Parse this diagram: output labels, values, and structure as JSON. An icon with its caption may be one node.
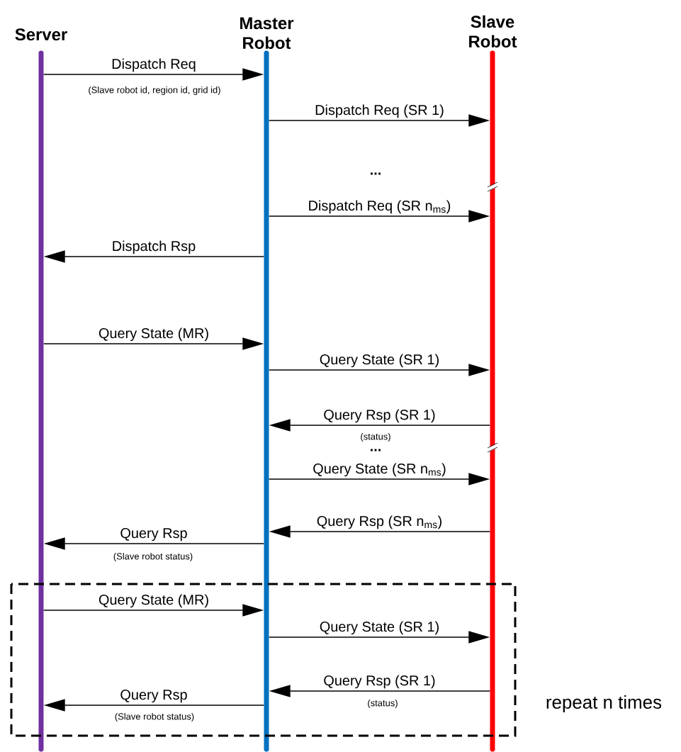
{
  "diagram": {
    "nodes": [
      {
        "text": [
          "Server"
        ]
      },
      {
        "text": [
          "Master Robot"
        ]
      },
      {
        "text": [
          "Slave Robot"
        ]
      }
    ],
    "edges": [
      {
        "from": 0,
        "to": 1,
        "arrow": "to",
        "label": "Dispatch Req"
      },
      {
        "from": 1,
        "to": 2,
        "arrow": "to",
        "label": "Dispatch Req (SR 1)"
      },
      {
        "from": 1,
        "to": 2,
        "arrow": "to",
        "label": "Dispatch Req (SR n$_{ms}$)"
      },
      {
        "from": 1,
        "to": 0,
        "arrow": "to",
        "label": "Dispatch Rsp"
      },
      {
        "from": 0,
        "to": 1,
        "arrow": "to",
        "label": "Query State (MR)"
      },
      {
        "from": 1,
        "to": 2,
        "arrow": "to",
        "label": "Query State (SR 1)"
      },
      {
        "from": 2,
        "to": 1,
        "arrow": "to",
        "label": "Query Rsp (SR 1)"
      },
      {
        "from": 1,
        "to": 2,
        "arrow": "to",
        "label": "Query State (SR n$_{ms}$)"
      },
      {
        "from": 2,
        "to": 1,
        "arrow": "to",
        "label": "Query Rsp (SR n$_{ms}$)"
      },
      {
        "from": 1,
        "to": 0,
        "arrow": "to",
        "label": "Query Rsp"
      },
      {
        "from": 0,
        "to": 1,
        "arrow": "to",
        "label": "Query State (MR)"
      },
      {
        "from": 1,
        "to": 2,
        "arrow": "to",
        "label": "Query State (SR 1)"
      },
      {
        "from": 2,
        "to": 1,
        "arrow": "to",
        "label": "Query Rsp (SR 1)"
      },
      {
        "from": 1,
        "to": 0,
        "arrow": "to",
        "label": "Query Rsp"
      }
    ],
    "labels": [
      "(Slave robot id, region id, grid id)",
      "...",
      "(status)",
      "...",
      "(Slave robot status)",
      "(status)",
      "(Slave robot status)",
      "repeat n times"
    ]
  }
}
